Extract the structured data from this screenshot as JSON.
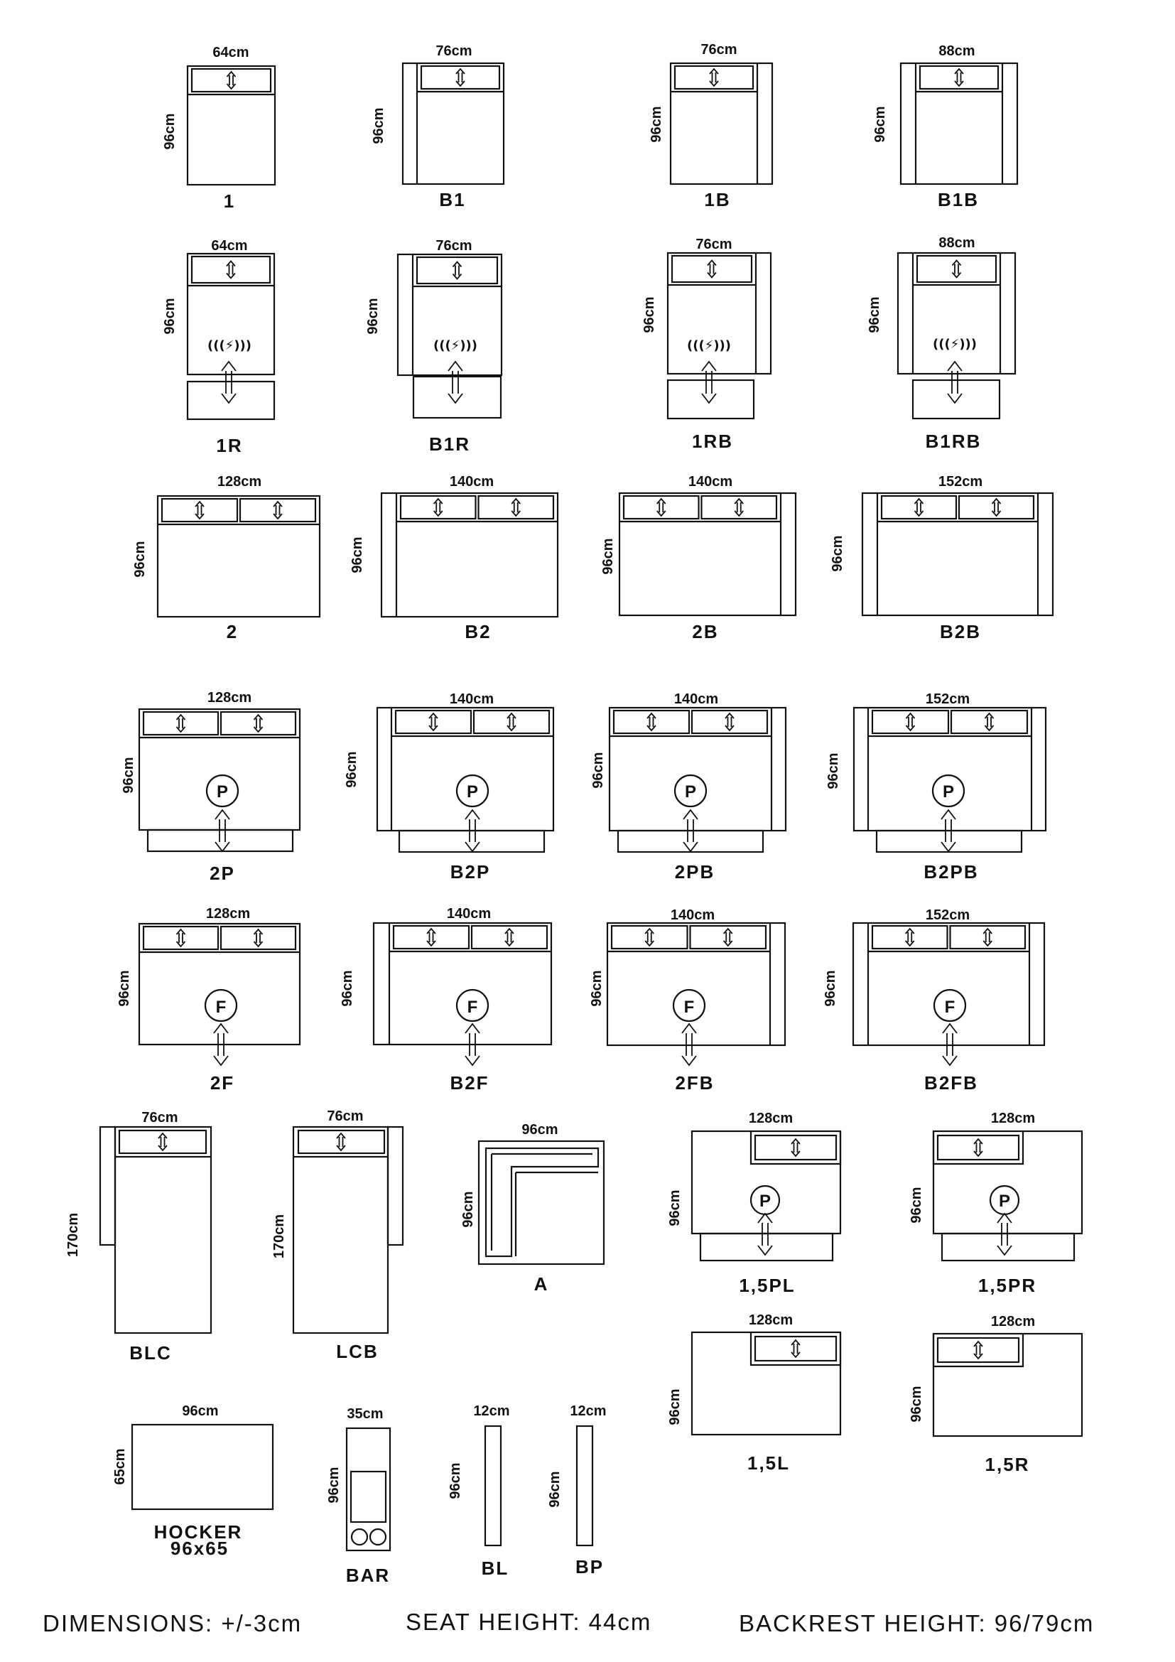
{
  "motor_glyph": "(((⚡)))",
  "modules": [
    {
      "id": "1",
      "width": "64cm",
      "depth": "96cm",
      "label": "1"
    },
    {
      "id": "B1",
      "width": "76cm",
      "depth": "96cm",
      "label": "B1"
    },
    {
      "id": "1B",
      "width": "76cm",
      "depth": "96cm",
      "label": "1B"
    },
    {
      "id": "B1B",
      "width": "88cm",
      "depth": "96cm",
      "label": "B1B"
    },
    {
      "id": "1R",
      "width": "64cm",
      "depth": "96cm",
      "label": "1R"
    },
    {
      "id": "B1R",
      "width": "76cm",
      "depth": "96cm",
      "label": "B1R"
    },
    {
      "id": "1RB",
      "width": "76cm",
      "depth": "96cm",
      "label": "1RB"
    },
    {
      "id": "B1RB",
      "width": "88cm",
      "depth": "96cm",
      "label": "B1RB"
    },
    {
      "id": "2",
      "width": "128cm",
      "depth": "96cm",
      "label": "2"
    },
    {
      "id": "B2",
      "width": "140cm",
      "depth": "96cm",
      "label": "B2"
    },
    {
      "id": "2B",
      "width": "140cm",
      "depth": "96cm",
      "label": "2B"
    },
    {
      "id": "B2B",
      "width": "152cm",
      "depth": "96cm",
      "label": "B2B"
    },
    {
      "id": "2P",
      "width": "128cm",
      "depth": "96cm",
      "label": "2P",
      "symbol": "P"
    },
    {
      "id": "B2P",
      "width": "140cm",
      "depth": "96cm",
      "label": "B2P",
      "symbol": "P"
    },
    {
      "id": "2PB",
      "width": "140cm",
      "depth": "96cm",
      "label": "2PB",
      "symbol": "P"
    },
    {
      "id": "B2PB",
      "width": "152cm",
      "depth": "96cm",
      "label": "B2PB",
      "symbol": "P"
    },
    {
      "id": "2F",
      "width": "128cm",
      "depth": "96cm",
      "label": "2F",
      "symbol": "F"
    },
    {
      "id": "B2F",
      "width": "140cm",
      "depth": "96cm",
      "label": "B2F",
      "symbol": "F"
    },
    {
      "id": "2FB",
      "width": "140cm",
      "depth": "96cm",
      "label": "2FB",
      "symbol": "F"
    },
    {
      "id": "B2FB",
      "width": "152cm",
      "depth": "96cm",
      "label": "B2FB",
      "symbol": "F"
    },
    {
      "id": "BLC",
      "width": "76cm",
      "depth": "170cm",
      "label": "BLC"
    },
    {
      "id": "LCB",
      "width": "76cm",
      "depth": "170cm",
      "label": "LCB"
    },
    {
      "id": "A",
      "width": "96cm",
      "depth": "96cm",
      "label": "A"
    },
    {
      "id": "15PL",
      "width": "128cm",
      "depth": "96cm",
      "label": "1,5PL",
      "symbol": "P"
    },
    {
      "id": "15PR",
      "width": "128cm",
      "depth": "96cm",
      "label": "1,5PR",
      "symbol": "P"
    },
    {
      "id": "15L",
      "width": "128cm",
      "depth": "96cm",
      "label": "1,5L"
    },
    {
      "id": "15R",
      "width": "128cm",
      "depth": "96cm",
      "label": "1,5R"
    },
    {
      "id": "HOCKER",
      "width": "96cm",
      "depth": "65cm",
      "label": "HOCKER",
      "sublabel": "96x65"
    },
    {
      "id": "BAR",
      "width": "35cm",
      "depth": "96cm",
      "label": "BAR"
    },
    {
      "id": "BL",
      "width": "12cm",
      "depth": "96cm",
      "label": "BL"
    },
    {
      "id": "BP",
      "width": "12cm",
      "depth": "96cm",
      "label": "BP"
    }
  ],
  "footer": {
    "dimensions": "DIMENSIONS: +/-3cm",
    "seat_height": "SEAT HEIGHT: 44cm",
    "backrest_height": "BACKREST HEIGHT: 96/79cm"
  }
}
